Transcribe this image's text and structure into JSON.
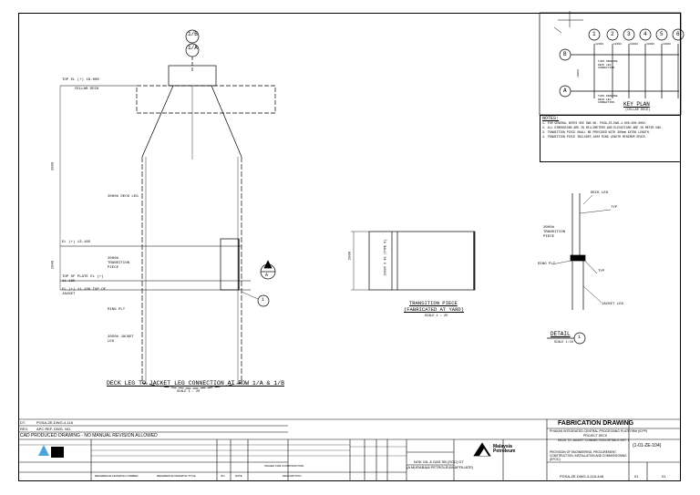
{
  "main_title": "DECK LEG TO JACKET LEG CONNECTION AT ROW 1/A & 1/B",
  "main_scale": "SCALE 1 : 20",
  "gridline_top_1": "1/B",
  "gridline_top_2": "1/A",
  "callouts": {
    "top_el": "TOP EL (+) 18.000",
    "cellar_deck": "CELLAR DECK",
    "deck_leg": "2000# DECK LEG",
    "el_13": "EL (+) 13.165",
    "transition_piece": "2000# TRANSITION PIECE",
    "top_plate": "TOP OF PLATE EL (+) 11.165",
    "top_jacket": "EL (+) 11.100 TOP OF JACKET",
    "ring_plt": "RING PLT",
    "jacket_leg": "2050# JACKET LEG",
    "dim_vertical_1": "2000",
    "dim_vertical_2": "1000"
  },
  "section_mark": "A",
  "detail_mark": "1",
  "transition": {
    "title": "TRANSITION PIECE",
    "subtitle": "(FABRICATED AT YARD)",
    "scale": "SCALE 1 : 25",
    "dim": "2000",
    "dim_text": "2000# X 45 (TYPE 8)"
  },
  "detail": {
    "title": "DETAIL",
    "mark": "1",
    "scale": "SCALE 1:10",
    "deck_leg": "DECK LEG",
    "transition": "2000# TRANSITION PIECE",
    "ring_plt": "RING PLT",
    "jacket_leg": "JACKET LEG",
    "typ": "TYP"
  },
  "key_plan": {
    "title": "KEY PLAN",
    "subtitle": "(CELLAR DECK)",
    "columns": [
      "1",
      "2",
      "3",
      "4",
      "5",
      "6"
    ],
    "rows": [
      "B",
      "A"
    ],
    "spacings": [
      "12000",
      "12000",
      "10000",
      "10000",
      "10000"
    ],
    "row_spacing": "18000",
    "note_b": "THIS DRAWING DECK LEG CONNECTION",
    "note_a": "THIS DRAWING DECK LEG CONNECTION"
  },
  "notes": {
    "heading": "NOTES:",
    "items": [
      "1.  FOR GENERAL NOTES SEE DWG NO. PGSA-ZE-DWG-4-000-600-0002.",
      "2.  ALL DIMENSIONS ARE IN MILLIMETERS AND ELEVATIONS ARE IN METER UNO.",
      "3.  TRANSITION PIECE SHALL BE PROVIDED WITH 300mm EXTRA LENGTH.",
      "4.  TRANSITION PIECE INCLUDES 1000 RING LENGTH MINIMUM SPACE."
    ]
  },
  "title_block": {
    "cad_notice": "CAD PRODUCED DRAWING - NO MANUAL REVISION ALLOWED",
    "ref_rows": [
      {
        "label": "DT.",
        "value": "PGSA-ZE-DWG-4-116"
      },
      {
        "label": "REV.",
        "value": "APC REF. DWG. NO."
      }
    ],
    "fabrication": "FABRICATION DRAWING",
    "project_line1": "PHUKAN INTEGRATED CENTRAL PROCESSING PLATFORM (ICPP)",
    "project_line2": "PROJECT DECK",
    "project_line3": "DECK TO JACKET CONNECTION DETAILS SHT. 1",
    "project_line4": "PROVISION OF ENGINEERING, PROCUREMENT, CONSTRUCTION, INSTALLATION AND COMMISSIONING (EPCIC)",
    "client_line1": "NOK OIL & GAS SB (SOC) DT",
    "client_line2": "(A MURABAIA PETROLEUM AFFILIATE)",
    "company_name": "Malaysia Petroleum",
    "drawing_no": "PGSA-ZE-DWG-4-116-448",
    "code": "(1-01-ZE-104)",
    "sheet_no": "01",
    "rev_no": "01",
    "rev_header": [
      "NO.",
      "DATE",
      "DESCRIPTION"
    ],
    "ref_header": [
      "REFERENCE DRAWING NUMBER",
      "REFERENCE DRAWING TITLE"
    ],
    "rev_row_desc": "ISSUED FOR CONSTRUCTION"
  }
}
